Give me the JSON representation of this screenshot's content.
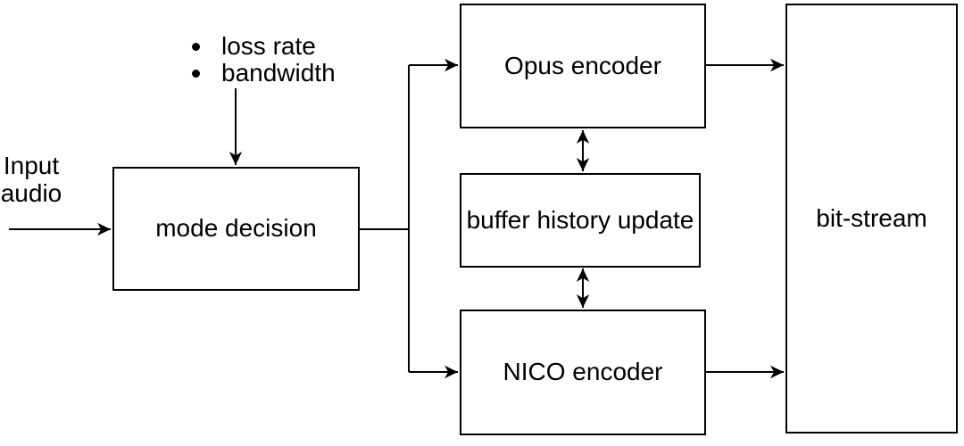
{
  "diagram": {
    "colors": {
      "background": "#ffffff",
      "stroke": "#000000",
      "text": "#000000"
    },
    "labels": {
      "input_audio": "Input audio",
      "mode_decision": "mode decision",
      "opus_encoder": "Opus encoder",
      "buffer_history_update": "buffer history update",
      "nico_encoder": "NICO encoder",
      "bit_stream": "bit-stream"
    },
    "mode_decision_inputs": [
      "loss rate",
      "bandwidth"
    ]
  }
}
